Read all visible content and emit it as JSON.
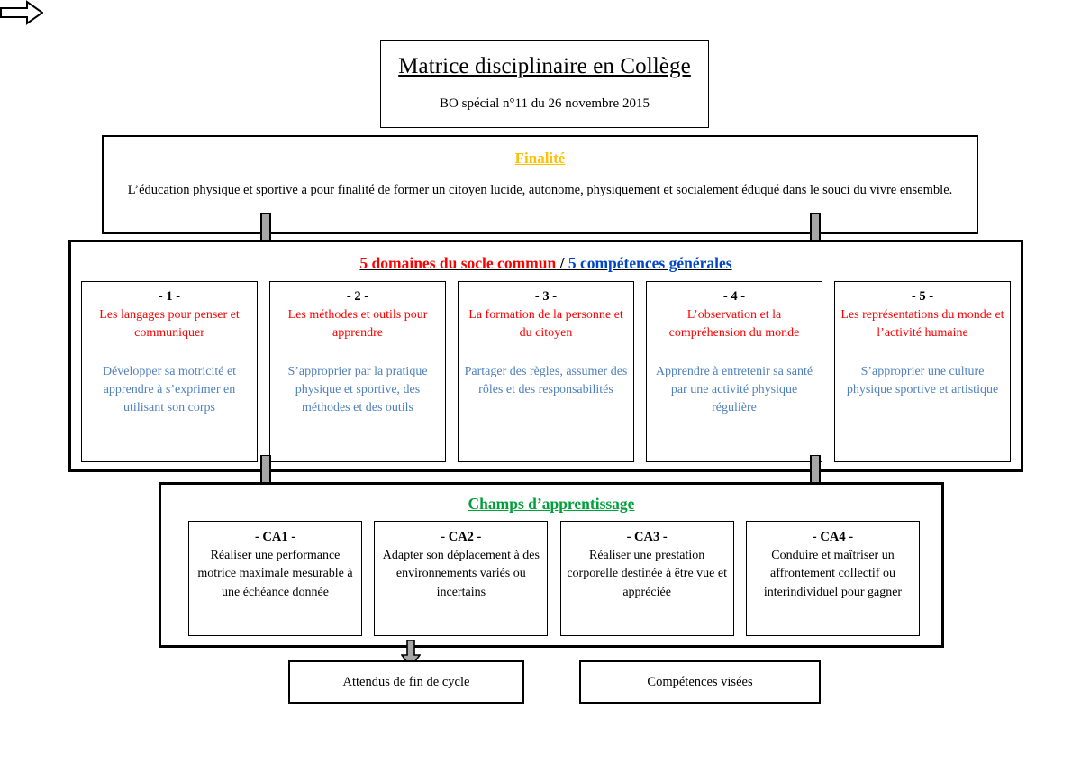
{
  "title_block": {
    "title": "Matrice disciplinaire en Collège",
    "subtitle": "BO spécial n°11 du 26 novembre 2015"
  },
  "finalite": {
    "heading": "Finalité",
    "text": "L’éducation physique et sportive a pour finalité de former un citoyen lucide, autonome, physiquement et socialement éduqué dans le souci du vivre ensemble.",
    "heading_color": "#FFC000"
  },
  "socle": {
    "heading_red": "5 domaines du socle commun",
    "heading_separator": " / ",
    "heading_blue": "5 compétences générales",
    "red_color": "#FF0000",
    "blue_color": "#0047C7",
    "domains": [
      {
        "number": "- 1 -",
        "title": "Les langages pour penser et communiquer",
        "competence": "Développer sa motricité et apprendre à s’exprimer en utilisant son corps"
      },
      {
        "number": "- 2 -",
        "title": "Les méthodes et outils pour apprendre",
        "competence": "S’approprier par la pratique physique et sportive, des méthodes et des outils"
      },
      {
        "number": "- 3 -",
        "title": "La formation de la personne et du citoyen",
        "competence": "Partager des règles, assumer des rôles et des responsabilités"
      },
      {
        "number": "- 4 -",
        "title": "L’observation et la compréhension du monde",
        "competence": "Apprendre à entretenir sa santé par une activité physique régulière"
      },
      {
        "number": "- 5 -",
        "title": "Les représentations du monde et l’activité humaine",
        "competence": "S’approprier une culture physique sportive et artistique"
      }
    ]
  },
  "champs": {
    "heading": "Champs d’apprentissage",
    "heading_color": "#00A13A",
    "fields": [
      {
        "number": "- CA1 -",
        "description": "Réaliser une performance motrice maximale mesurable à une échéance donnée"
      },
      {
        "number": "- CA2 -",
        "description": "Adapter son déplacement à des environnements variés ou incertains"
      },
      {
        "number": "- CA3 -",
        "description": "Réaliser une prestation corporelle destinée à être vue et appréciée"
      },
      {
        "number": "- CA4 -",
        "description": "Conduire et maîtriser un affrontement collectif ou interindividuel pour gagner"
      }
    ]
  },
  "bottom": {
    "attendus": "Attendus de fin de cycle",
    "competences": "Compétences visées"
  },
  "arrows": {
    "fill": "#A6A6A6",
    "stroke": "#000000",
    "small_fill": "#FFFFFF"
  }
}
